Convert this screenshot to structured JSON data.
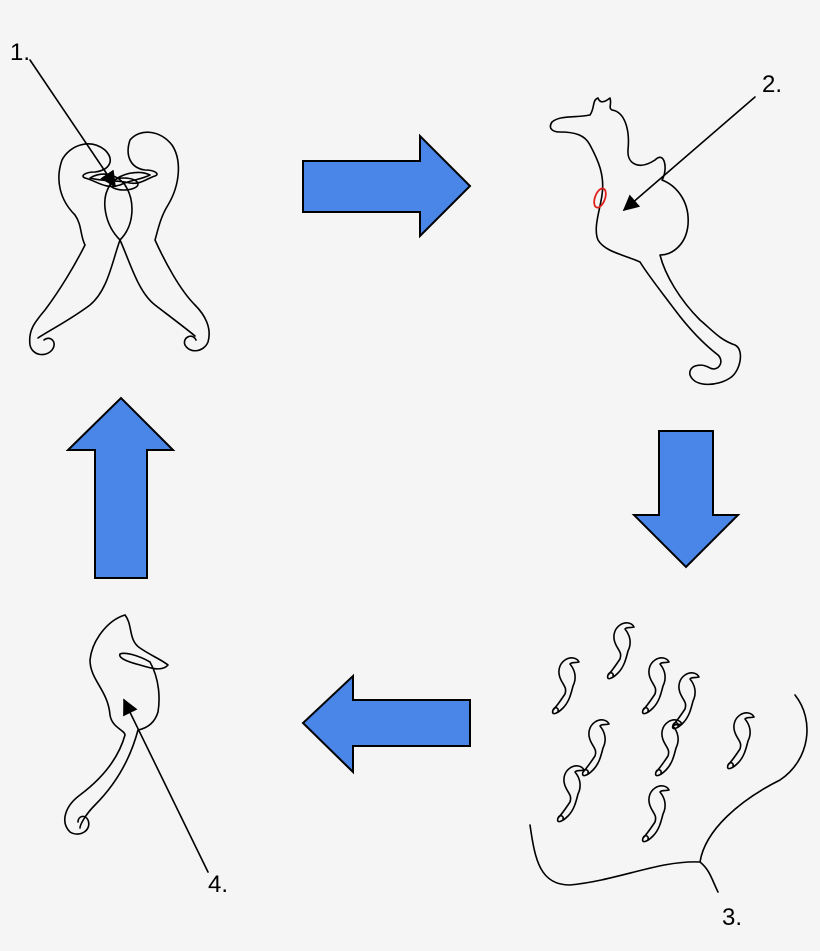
{
  "diagram": {
    "labels": {
      "step1": "1.",
      "step2": "2.",
      "step3": "3.",
      "step4": "4."
    },
    "colors": {
      "arrow_fill": "#4a86e8",
      "stroke": "#000000",
      "pouch_highlight": "#e0201a",
      "background": "#f5f5f5"
    },
    "arrows": [
      "right",
      "down",
      "left",
      "up"
    ]
  }
}
